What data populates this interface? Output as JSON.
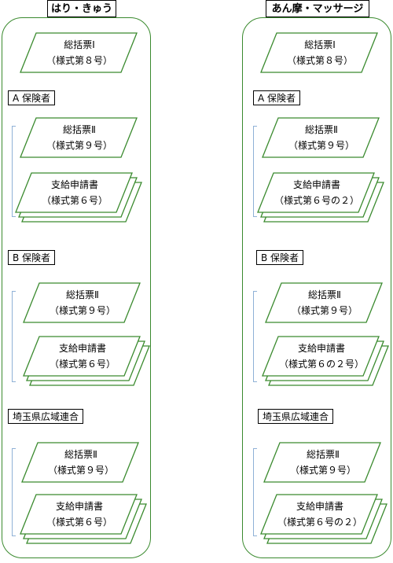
{
  "colors": {
    "border": "#3a8a2e",
    "bracket": "#8fb1d6"
  },
  "columns": [
    {
      "title": "はり・きゅう",
      "summary": {
        "line1": "総括票Ⅰ",
        "line2": "（様式第８号）"
      },
      "sections": [
        {
          "label": "A 保険者",
          "sheet": {
            "line1": "総括票Ⅱ",
            "line2": "（様式第９号）"
          },
          "form": {
            "line1": "支給申請書",
            "line2": "（様式第６号）"
          }
        },
        {
          "label": "B 保険者",
          "sheet": {
            "line1": "総括票Ⅱ",
            "line2": "（様式第９号）"
          },
          "form": {
            "line1": "支給申請書",
            "line2": "（様式第６号）"
          }
        },
        {
          "label": "埼玉県広域連合",
          "sheet": {
            "line1": "総括票Ⅱ",
            "line2": "（様式第９号）"
          },
          "form": {
            "line1": "支給申請書",
            "line2": "（様式第６号）"
          }
        }
      ]
    },
    {
      "title": "あん摩・マッサージ",
      "summary": {
        "line1": "総括票Ⅰ",
        "line2": "（様式第８号）"
      },
      "sections": [
        {
          "label": "A 保険者",
          "sheet": {
            "line1": "総括票Ⅱ",
            "line2": "（様式第９号）"
          },
          "form": {
            "line1": "支給申請書",
            "line2": "（様式第６号の２）"
          }
        },
        {
          "label": "B 保険者",
          "sheet": {
            "line1": "総括票Ⅱ",
            "line2": "（様式第９号）"
          },
          "form": {
            "line1": "支給申請書",
            "line2": "（様式第６の２号）"
          }
        },
        {
          "label": "埼玉県広域連合",
          "sheet": {
            "line1": "総括票Ⅱ",
            "line2": "（様式第９号）"
          },
          "form": {
            "line1": "支給申請書",
            "line2": "（様式第６号の２）"
          }
        }
      ]
    }
  ]
}
